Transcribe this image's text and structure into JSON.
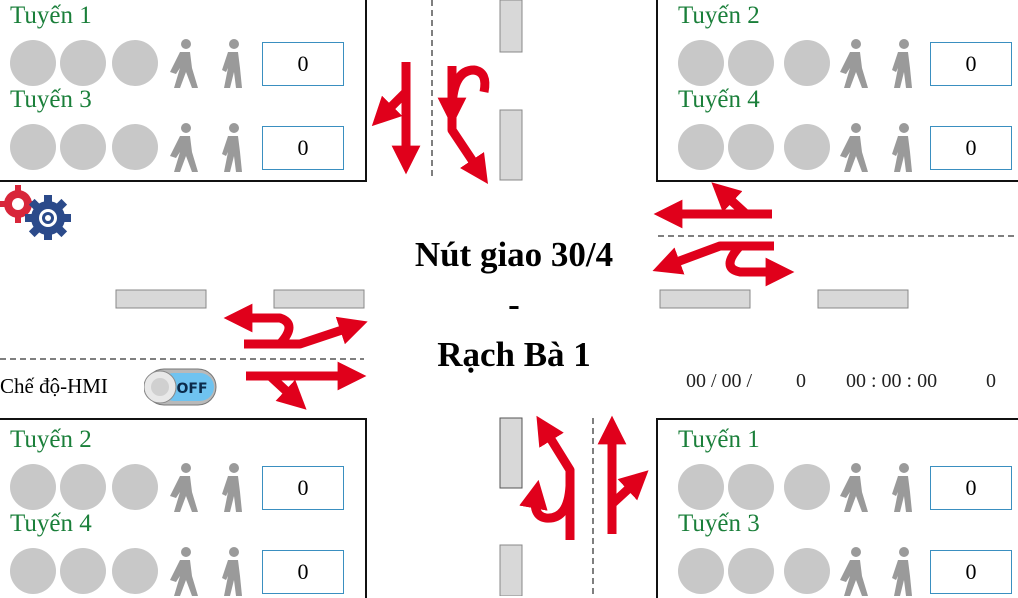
{
  "title": {
    "line1": "Nút giao 30/4",
    "line2": "-",
    "line3": "Rạch Bà 1"
  },
  "mode": {
    "label": "Chế độ-HMI",
    "toggle_state": "OFF"
  },
  "datetime": {
    "date": "00 / 00 /",
    "year": "0",
    "time": "00 : 00 : 00",
    "extra": "0"
  },
  "panels": {
    "top_left": [
      {
        "name": "Tuyến 1",
        "count": "0"
      },
      {
        "name": "Tuyến 3",
        "count": "0"
      }
    ],
    "top_right": [
      {
        "name": "Tuyến 2",
        "count": "0"
      },
      {
        "name": "Tuyến 4",
        "count": "0"
      }
    ],
    "bottom_left": [
      {
        "name": "Tuyến 2",
        "count": "0"
      },
      {
        "name": "Tuyến 4",
        "count": "0"
      }
    ],
    "bottom_right": [
      {
        "name": "Tuyến 1",
        "count": "0"
      },
      {
        "name": "Tuyến 3",
        "count": "0"
      }
    ]
  },
  "icons": {
    "settings": "gear-icon",
    "pedestrian": "pedestrian-icon",
    "lamp": "traffic-lamp",
    "arrow": "direction-arrow"
  },
  "colors": {
    "arrow": "#e0001b",
    "route_text": "#1a7f3a",
    "lamp_off": "#c8c8c8",
    "ped_off": "#9a9a9a",
    "toggle": "#6fc3f0"
  }
}
